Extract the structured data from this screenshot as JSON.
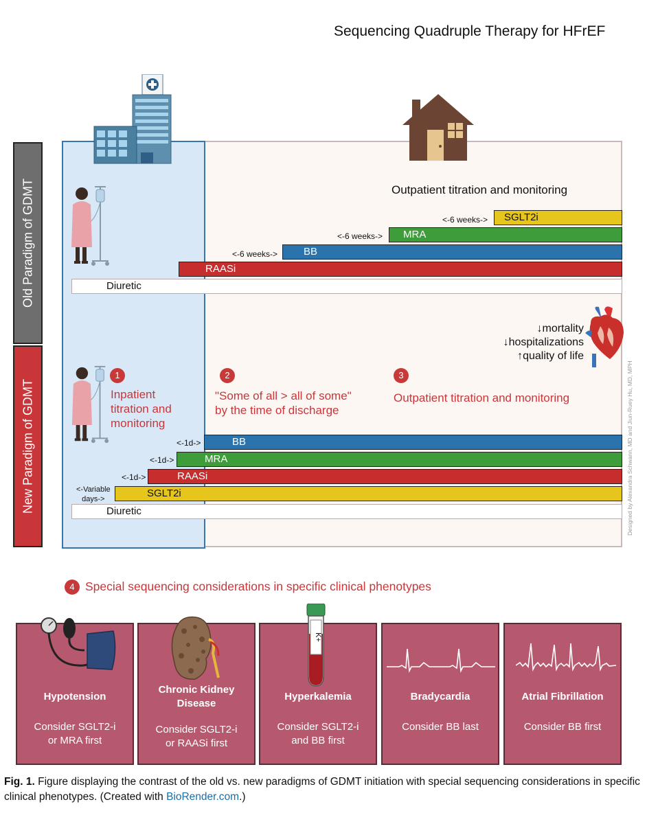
{
  "header": {
    "title": "Sequencing Quadruple Therapy for HFrEF"
  },
  "side_labels": {
    "old": "Old Paradigm of GDMT",
    "new": "New Paradigm of GDMT"
  },
  "old_paradigm": {
    "heading": "Outpatient titration and monitoring",
    "bars": [
      {
        "label": "SGLT2i",
        "gap": "<-6 weeks->",
        "color": "#e6c51d"
      },
      {
        "label": "MRA",
        "gap": "<-6 weeks->",
        "color": "#3f9c3b"
      },
      {
        "label": "BB",
        "gap": "<-6 weeks->",
        "color": "#2a73ad"
      },
      {
        "label": "RAASi",
        "gap": "",
        "color": "#c62e2e"
      },
      {
        "label": "Diuretic",
        "gap": "",
        "color": "#ffffff"
      }
    ]
  },
  "outcomes": [
    "↓mortality",
    "↓hospitalizations",
    "↑quality of life"
  ],
  "new_paradigm": {
    "steps": [
      {
        "num": "1",
        "text": [
          "Inpatient",
          "titration and",
          "monitoring"
        ]
      },
      {
        "num": "2",
        "text": [
          "\"Some of all > all of some\"",
          "by the time of discharge"
        ]
      },
      {
        "num": "3",
        "text": [
          "Outpatient titration and monitoring"
        ]
      }
    ],
    "bars": [
      {
        "label": "BB",
        "gap": "<-1d->",
        "color": "#2a73ad"
      },
      {
        "label": "MRA",
        "gap": "<-1d->",
        "color": "#3f9c3b"
      },
      {
        "label": "RAASi",
        "gap": "<-1d->",
        "color": "#c62e2e"
      },
      {
        "label": "SGLT2i",
        "gap_lines": [
          "<-Variable",
          "days->"
        ],
        "color": "#e6c51d"
      },
      {
        "label": "Diuretic",
        "gap": "",
        "color": "#ffffff"
      }
    ]
  },
  "credit": "Designed by Alexandra Schwann, MD and Jiun-Ruey Hu, MD, MPH",
  "special": {
    "num": "4",
    "heading": "Special sequencing considerations in specific clinical phenotypes",
    "cards": [
      {
        "name": [
          "Hypotension"
        ],
        "advice": [
          "Consider SGLT2-i",
          "or MRA first"
        ],
        "icon": "blood-pressure-cuff-icon"
      },
      {
        "name": [
          "Chronic Kidney",
          "Disease"
        ],
        "advice": [
          "Consider SGLT2-i",
          "or RAASi first"
        ],
        "icon": "kidney-icon"
      },
      {
        "name": [
          "Hyperkalemia"
        ],
        "advice": [
          "Consider SGLT2-i",
          "and BB first"
        ],
        "icon": "blood-tube-icon",
        "tube_label": "K+"
      },
      {
        "name": [
          "Bradycardia"
        ],
        "advice": [
          "Consider BB last"
        ],
        "icon": "ecg-bradycardia-icon"
      },
      {
        "name": [
          "Atrial Fibrillation"
        ],
        "advice": [
          "Consider BB first"
        ],
        "icon": "ecg-afib-icon"
      }
    ]
  },
  "caption": {
    "label": "Fig. 1.",
    "text": "Figure displaying the contrast of the old vs. new paradigms of GDMT initiation with special sequencing considerations in specific clinical phenotypes. (Created with ",
    "link": "BioRender.com",
    "end": ".)"
  },
  "colors": {
    "accent_red": "#c8363a",
    "card_bg": "#b6596e",
    "inpatient_bg": "#d8e8f6"
  }
}
